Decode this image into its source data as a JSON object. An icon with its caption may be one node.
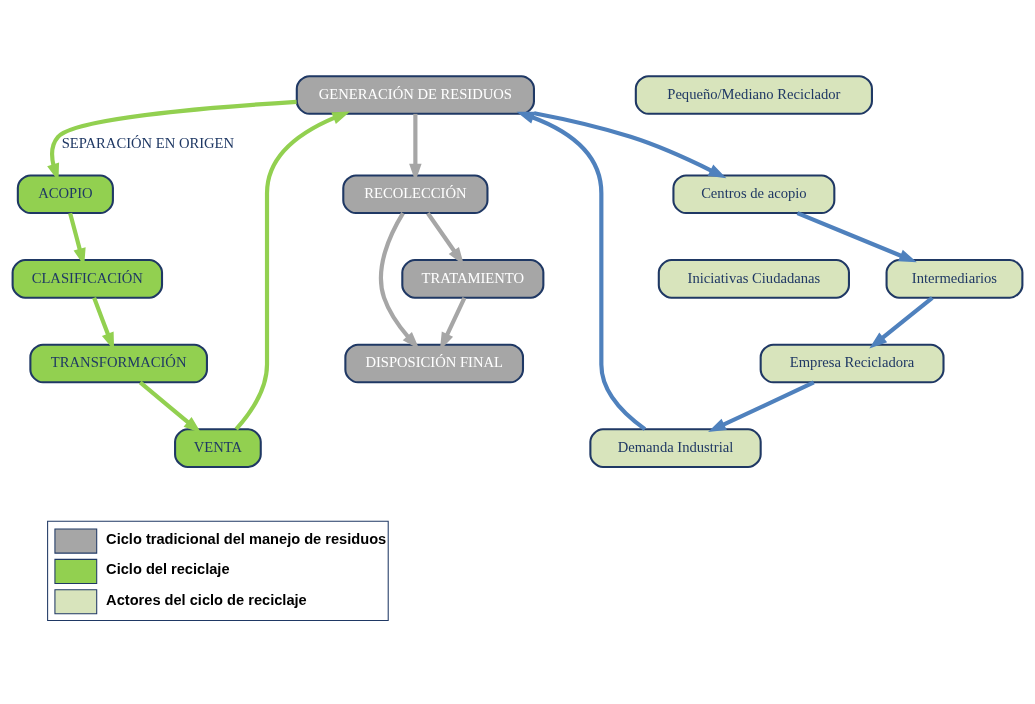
{
  "diagram": {
    "nodes": [
      {
        "text": [
          "GENERACIÓN DE RESIDUOS"
        ]
      },
      {
        "text": [
          "ACOPIO"
        ]
      },
      {
        "text": [
          "CLASIFICACIÓN"
        ]
      },
      {
        "text": [
          "TRANSFORMACIÓN"
        ]
      },
      {
        "text": [
          "VENTA"
        ]
      },
      {
        "text": [
          "Pequeño/Mediano Reciclador"
        ]
      },
      {
        "text": [
          "Centros de acopio"
        ]
      },
      {
        "text": [
          "Iniciativas Ciudadanas"
        ]
      },
      {
        "text": [
          "Intermediarios"
        ]
      },
      {
        "text": [
          "Empresa Recicladora"
        ]
      },
      {
        "text": [
          "Demanda Industrial"
        ]
      },
      {
        "text": [
          "RECOLECCIÓN"
        ]
      },
      {
        "text": [
          "TRATAMIENTO"
        ]
      },
      {
        "text": [
          "DISPOSICIÓN FINAL"
        ]
      }
    ],
    "edges": [
      {
        "from": 0,
        "to": 1,
        "arrow": "to",
        "label": "SEPARACIÓN EN ORIGEN",
        "color": "#92d050"
      },
      {
        "from": 1,
        "to": 2,
        "arrow": "to",
        "color": "#92d050"
      },
      {
        "from": 2,
        "to": 3,
        "arrow": "to",
        "color": "#92d050"
      },
      {
        "from": 3,
        "to": 4,
        "arrow": "to",
        "color": "#92d050"
      },
      {
        "from": 4,
        "to": 0,
        "arrow": "to",
        "color": "#92d050"
      },
      {
        "from": 0,
        "to": 6,
        "arrow": "to",
        "color": "#4f81bd"
      },
      {
        "from": 6,
        "to": 8,
        "arrow": "to",
        "color": "#4f81bd"
      },
      {
        "from": 8,
        "to": 9,
        "arrow": "to",
        "color": "#4f81bd"
      },
      {
        "from": 9,
        "to": 10,
        "arrow": "to",
        "color": "#4f81bd"
      },
      {
        "from": 10,
        "to": 0,
        "arrow": "to",
        "color": "#4f81bd"
      },
      {
        "from": 0,
        "to": 11,
        "arrow": "to",
        "color": "#a6a6a6"
      },
      {
        "from": 11,
        "to": 12,
        "arrow": "to",
        "color": "#a6a6a6"
      },
      {
        "from": 12,
        "to": 13,
        "arrow": "to",
        "color": "#a6a6a6"
      },
      {
        "from": 11,
        "to": 13,
        "arrow": "to",
        "color": "#a6a6a6"
      }
    ],
    "legend": [
      {
        "text": "Ciclo tradicional del manejo de residuos",
        "color": "#a6a6a6"
      },
      {
        "text": "Ciclo del reciclaje",
        "color": "#92d050"
      },
      {
        "text": "Actores del ciclo de reciclaje",
        "color": "#d8e4bc"
      }
    ]
  }
}
